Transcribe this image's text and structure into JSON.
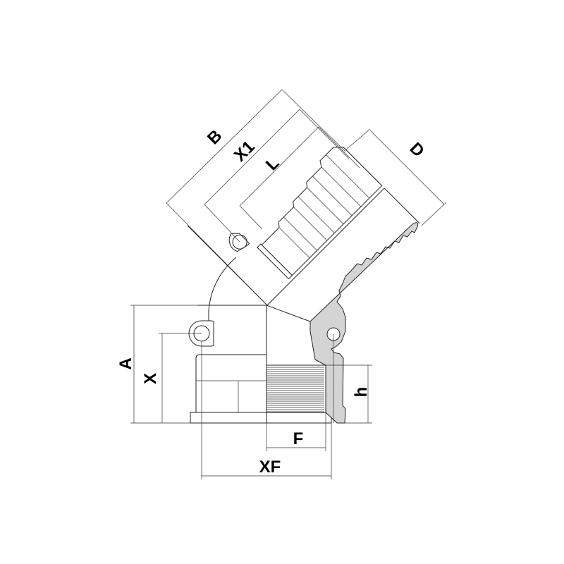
{
  "drawing": {
    "title": "45 degree elbow coupling with hose tail - dimension drawing",
    "dimension_labels": {
      "B": "B",
      "X1": "X1",
      "L": "L",
      "D": "D",
      "A": "A",
      "X": "X",
      "h": "h",
      "F": "F",
      "XF": "XF"
    },
    "colors": {
      "line": "#222222",
      "gasket_fill": "#d4d4d4",
      "background": "#ffffff"
    }
  }
}
